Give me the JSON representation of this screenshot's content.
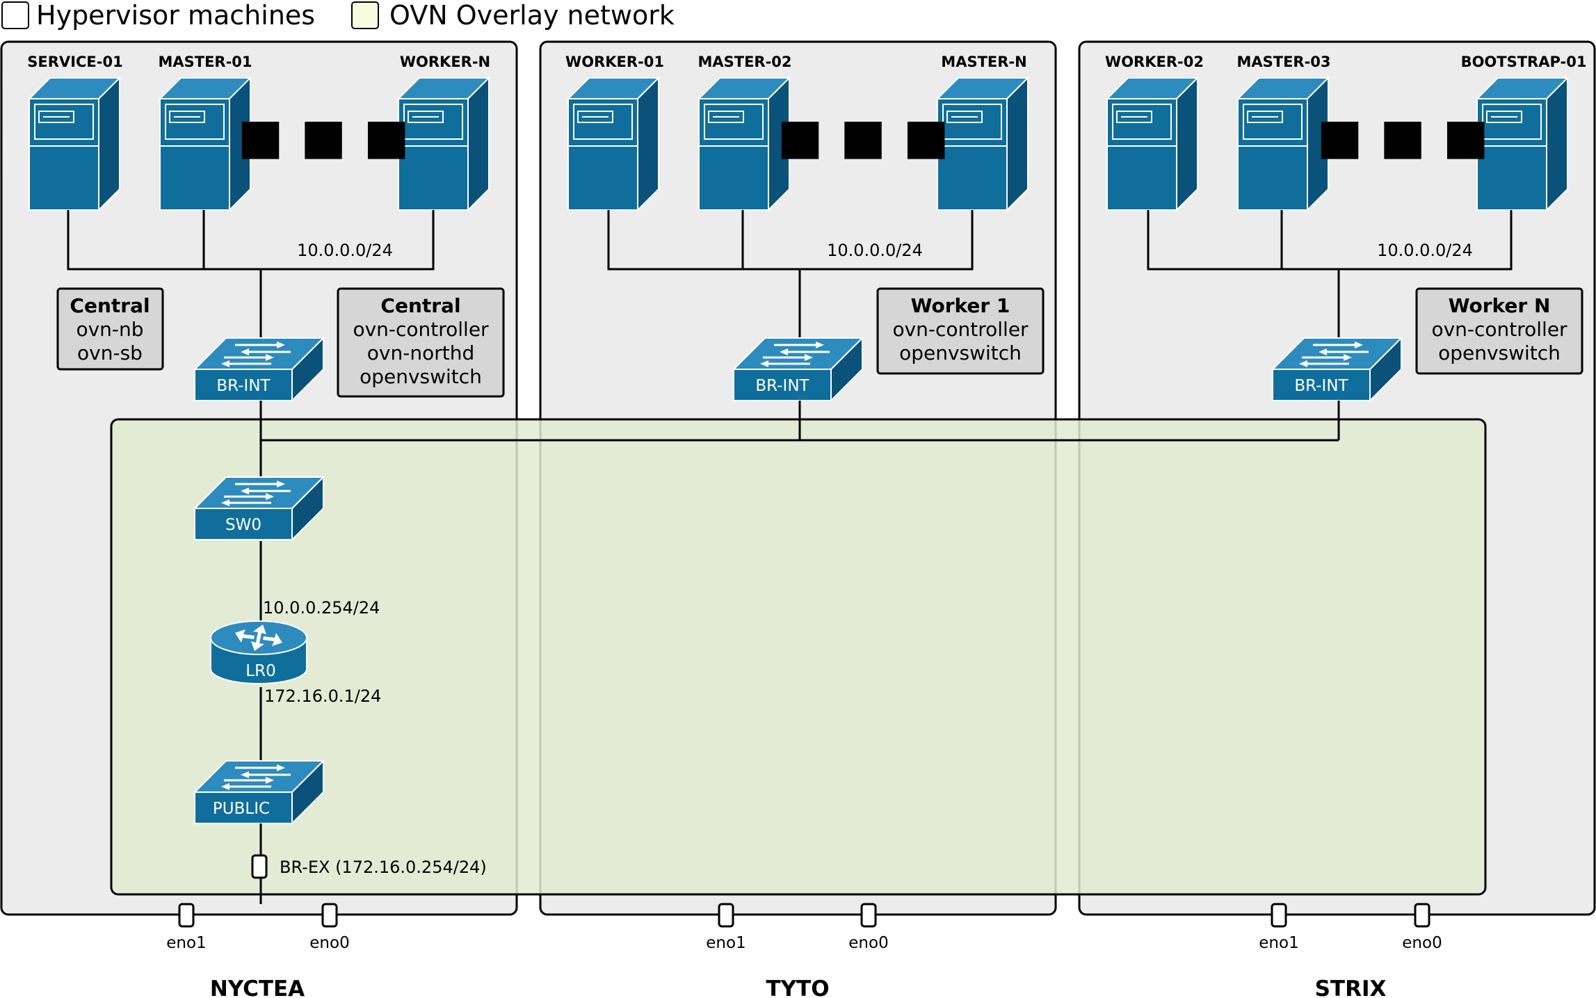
{
  "legend": {
    "hypervisor": "Hypervisor machines",
    "overlay": "OVN Overlay network"
  },
  "colors": {
    "device_front": "#0f6e9b",
    "device_top": "#2d8bbd",
    "device_side": "#0a5279",
    "hypervisor_fill": "#ececec",
    "overlay_fill": "#e2ebd0",
    "legend_overlay_fill": "#f7fbdf",
    "service_box_fill": "#d6d6d6"
  },
  "hosts": [
    {
      "name": "NYCTEA",
      "vms": [
        "SERVICE-01",
        "MASTER-01",
        "WORKER-N"
      ],
      "subnet": "10.0.0.0/24",
      "bridge": "BR-INT",
      "services_left": {
        "title": "Central",
        "lines": [
          "ovn-nb",
          "ovn-sb"
        ]
      },
      "services": {
        "title": "Central",
        "lines": [
          "ovn-controller",
          "ovn-northd",
          "openvswitch"
        ]
      },
      "nics": [
        "eno1",
        "eno0"
      ]
    },
    {
      "name": "TYTO",
      "vms": [
        "WORKER-01",
        "MASTER-02",
        "MASTER-N"
      ],
      "subnet": "10.0.0.0/24",
      "bridge": "BR-INT",
      "services": {
        "title": "Worker 1",
        "lines": [
          "ovn-controller",
          "openvswitch"
        ]
      },
      "nics": [
        "eno1",
        "eno0"
      ]
    },
    {
      "name": "STRIX",
      "vms": [
        "WORKER-02",
        "MASTER-03",
        "BOOTSTRAP-01"
      ],
      "subnet": "10.0.0.0/24",
      "bridge": "BR-INT",
      "services": {
        "title": "Worker N",
        "lines": [
          "ovn-controller",
          "openvswitch"
        ]
      },
      "nics": [
        "eno1",
        "eno0"
      ]
    }
  ],
  "overlay": {
    "switch": "SW0",
    "router": "LR0",
    "router_ip_inside": "10.0.0.254/24",
    "router_ip_outside": "172.16.0.1/24",
    "public_switch": "PUBLIC",
    "br_ex": "BR-EX (172.16.0.254/24)"
  }
}
